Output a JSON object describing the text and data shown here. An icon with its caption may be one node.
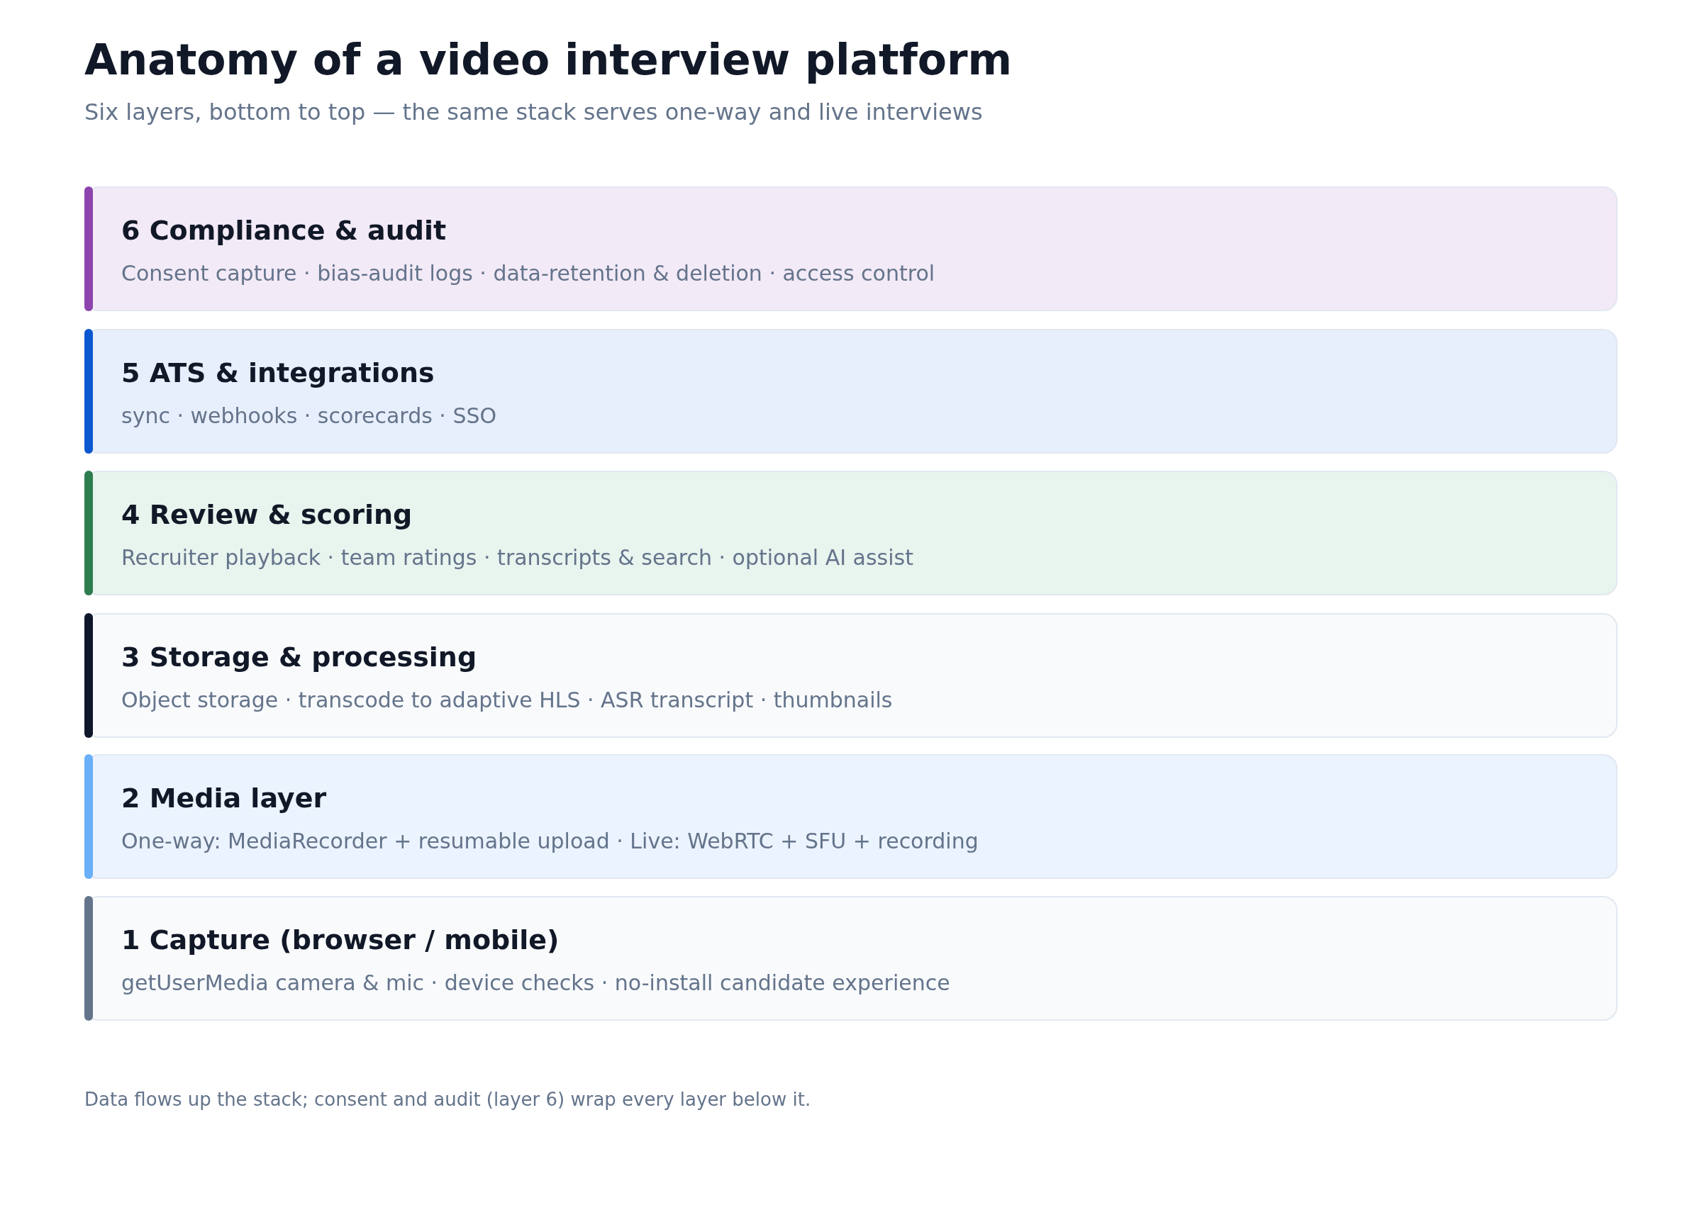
{
  "diagram": {
    "title": "Anatomy of a video interview platform",
    "nodes": [
      {
        "text": [
          "6 Compliance & audit",
          "Consent capture · bias-audit logs · data-retention & deletion · access control"
        ]
      },
      {
        "text": [
          "5 ATS & integrations",
          "sync · webhooks · scorecards · SSO"
        ]
      },
      {
        "text": [
          "4 Review & scoring",
          "Recruiter playback · team ratings · transcripts & search · optional AI assist"
        ]
      },
      {
        "text": [
          "3 Storage & processing",
          "Object storage · transcode to adaptive HLS · ASR transcript · thumbnails"
        ]
      },
      {
        "text": [
          "2 Media layer",
          "One-way: MediaRecorder + resumable upload · Live: WebRTC + SFU + recording"
        ]
      },
      {
        "text": [
          "1 Capture (browser / mobile)",
          "getUserMedia camera & mic · device checks · no-install candidate experience"
        ]
      }
    ],
    "labels": [
      "Six layers, bottom to top — the same stack serves one-way and live interviews",
      "Data flows up the stack; consent and audit (layer 6) wrap every layer below it."
    ]
  }
}
